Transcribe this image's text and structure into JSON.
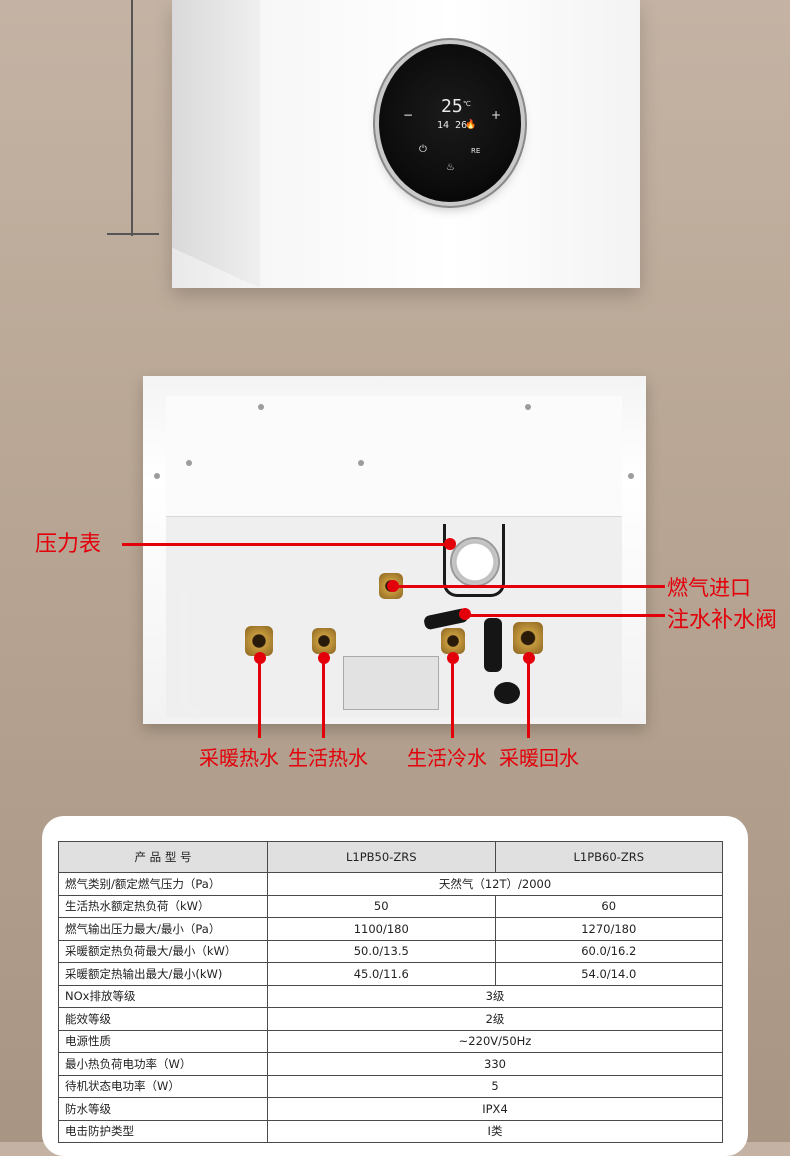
{
  "colors": {
    "accent_red": "#e3000b",
    "background": "#b8a593",
    "header_bg": "#e0e0e0"
  },
  "dial": {
    "temperature": "25",
    "unit": "℃",
    "secondary": "14 26",
    "minus": "−",
    "plus": "+",
    "re_label": "RE"
  },
  "callouts": {
    "pressure_gauge": "压力表",
    "gas_inlet": "燃气进口",
    "fill_valve": "注水补水阀",
    "heating_supply": "采暖热水",
    "dhw_hot": "生活热水",
    "dhw_cold": "生活冷水",
    "heating_return": "采暖回水"
  },
  "spec_table": {
    "header": {
      "label": "产 品 型 号",
      "model_a": "L1PB50-ZRS",
      "model_b": "L1PB60-ZRS"
    },
    "rows": [
      {
        "label": "燃气类别/额定燃气压力（Pa）",
        "merged": "天然气（12T）/2000"
      },
      {
        "label": "生活热水额定热负荷（kW）",
        "a": "50",
        "b": "60"
      },
      {
        "label": "燃气输出压力最大/最小（Pa）",
        "a": "1100/180",
        "b": "1270/180"
      },
      {
        "label": "采暖额定热负荷最大/最小（kW）",
        "a": "50.0/13.5",
        "b": "60.0/16.2"
      },
      {
        "label": "采暖额定热输出最大/最小(kW)",
        "a": "45.0/11.6",
        "b": "54.0/14.0"
      },
      {
        "label": "NOx排放等级",
        "merged": "3级"
      },
      {
        "label": "能效等级",
        "merged": "2级"
      },
      {
        "label": "电源性质",
        "merged": "~220V/50Hz"
      },
      {
        "label": "最小热负荷电功率（W）",
        "merged": "330"
      },
      {
        "label": "待机状态电功率（W）",
        "merged": "5"
      },
      {
        "label": "防水等级",
        "merged": "IPX4"
      },
      {
        "label": "电击防护类型",
        "merged": "I类"
      }
    ]
  }
}
